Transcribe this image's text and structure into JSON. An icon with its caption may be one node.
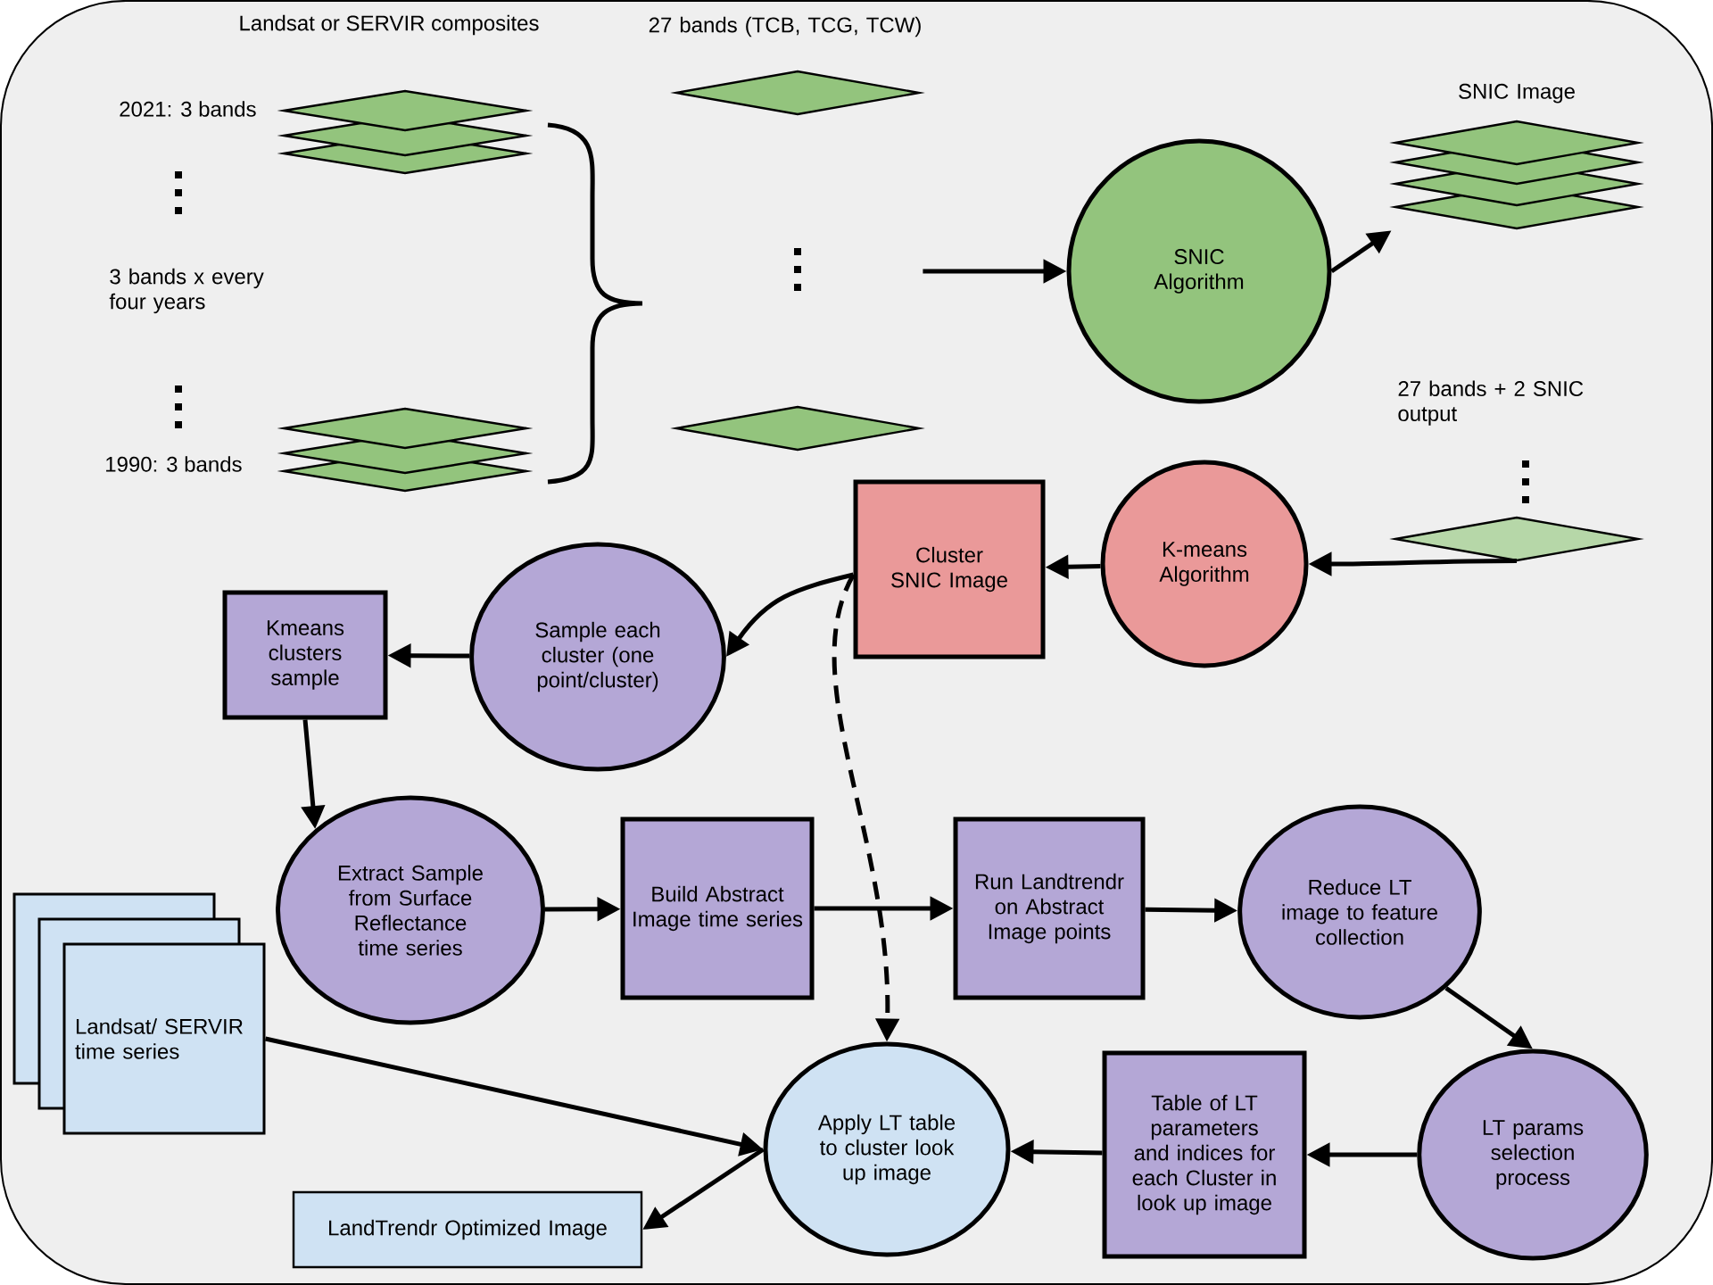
{
  "diagram": {
    "nodes": [
      {
        "text": [
          "SNIC Algorithm"
        ]
      },
      {
        "text": [
          "SNIC Image"
        ]
      },
      {
        "text": [
          "27 bands + 2 SNIC output"
        ]
      },
      {
        "text": [
          "K-means Algorithm"
        ]
      },
      {
        "text": [
          "Cluster SNIC Image"
        ]
      },
      {
        "text": [
          "Sample each cluster (one point/cluster)"
        ]
      },
      {
        "text": [
          "Kmeans clusters sample"
        ]
      },
      {
        "text": [
          "Extract Sample from Surface Reflectance time series"
        ]
      },
      {
        "text": [
          "Build Abstract Image time series"
        ]
      },
      {
        "text": [
          "Run Landtrendr on Abstract Image points"
        ]
      },
      {
        "text": [
          "Reduce LT image to feature collection"
        ]
      },
      {
        "text": [
          "LT params selection process"
        ]
      },
      {
        "text": [
          "Table of LT parameters and indices for each Cluster in look up image"
        ]
      },
      {
        "text": [
          "Apply LT table to cluster look up image"
        ]
      },
      {
        "text": [
          "Landsat/ SERVIR time series"
        ]
      },
      {
        "text": [
          "LandTrendr Optimized Image"
        ]
      },
      {
        "text": [
          "27 bands (TCB, TCG, TCW)"
        ]
      }
    ],
    "edges": [
      {
        "from": 16,
        "to": 0,
        "arrow": "to"
      },
      {
        "from": 0,
        "to": 1,
        "arrow": "to"
      },
      {
        "from": 2,
        "to": 3,
        "arrow": "to"
      },
      {
        "from": 3,
        "to": 4,
        "arrow": "to"
      },
      {
        "from": 4,
        "to": 5,
        "arrow": "to"
      },
      {
        "from": 5,
        "to": 6,
        "arrow": "to"
      },
      {
        "from": 6,
        "to": 7,
        "arrow": "to"
      },
      {
        "from": 7,
        "to": 8,
        "arrow": "to"
      },
      {
        "from": 8,
        "to": 9,
        "arrow": "to"
      },
      {
        "from": 9,
        "to": 10,
        "arrow": "to"
      },
      {
        "from": 10,
        "to": 11,
        "arrow": "to"
      },
      {
        "from": 11,
        "to": 12,
        "arrow": "to"
      },
      {
        "from": 12,
        "to": 13,
        "arrow": "to"
      },
      {
        "from": 14,
        "to": 13,
        "arrow": "to"
      },
      {
        "from": 13,
        "to": 15,
        "arrow": "to"
      },
      {
        "from": 4,
        "to": 13,
        "arrow": "to",
        "style": "dashed"
      }
    ],
    "labels": [
      "Landsat or SERVIR composites",
      "2021: 3 bands",
      "3 bands x every four years",
      "1990: 3 bands"
    ]
  }
}
